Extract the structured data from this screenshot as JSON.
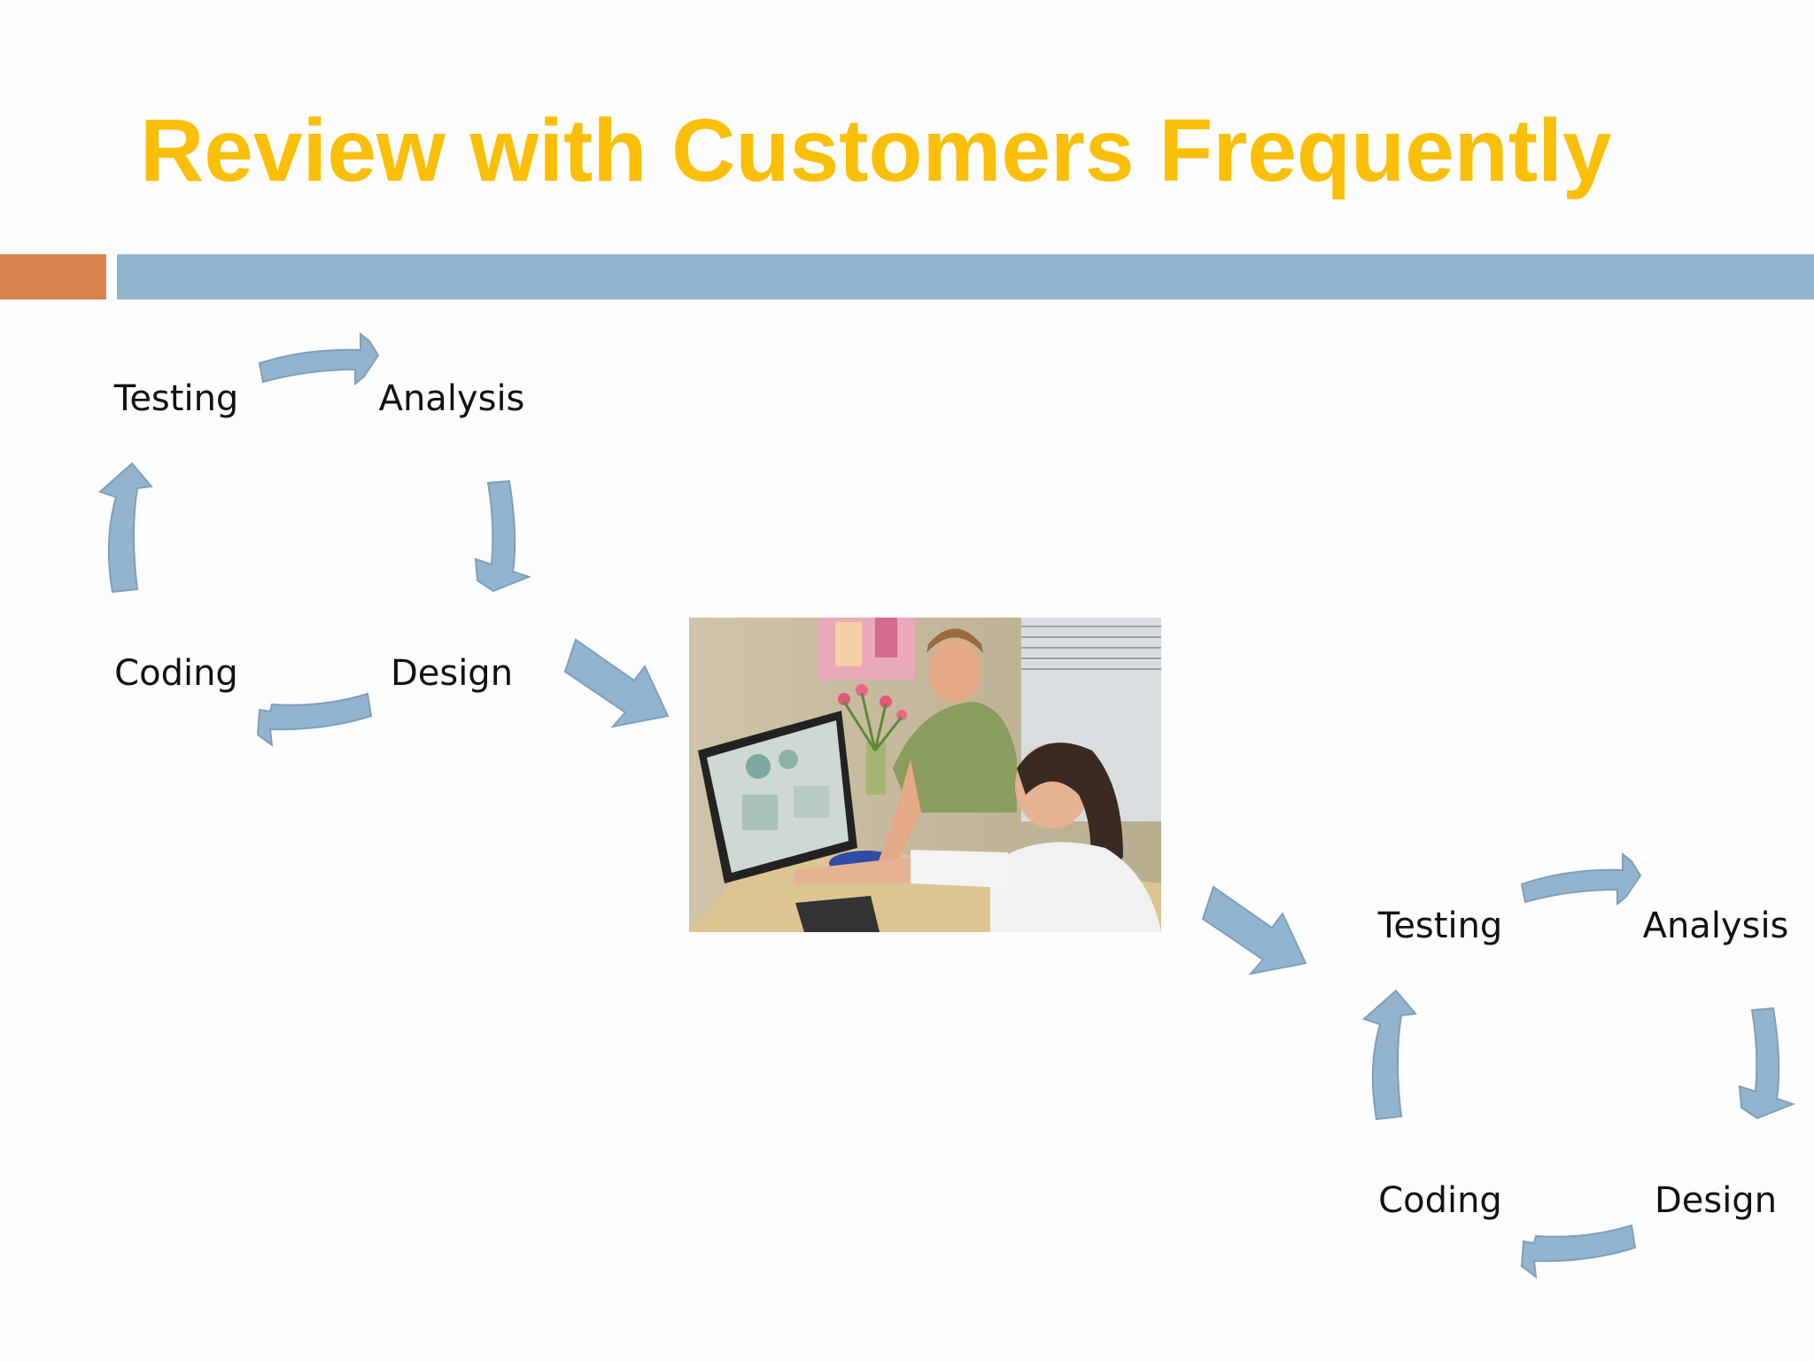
{
  "slide": {
    "title": "Review with Customers Frequently"
  },
  "colors": {
    "title": "#fbbf08",
    "accent_bar": "#d9834e",
    "main_bar": "#93b4ce",
    "arrow": "#93b4ce"
  },
  "cycle_left": {
    "testing": "Testing",
    "analysis": "Analysis",
    "design": "Design",
    "coding": "Coding"
  },
  "cycle_right": {
    "testing": "Testing",
    "analysis": "Analysis",
    "design": "Design",
    "coding": "Coding"
  },
  "photo": {
    "icon": "customer-review-photo"
  }
}
